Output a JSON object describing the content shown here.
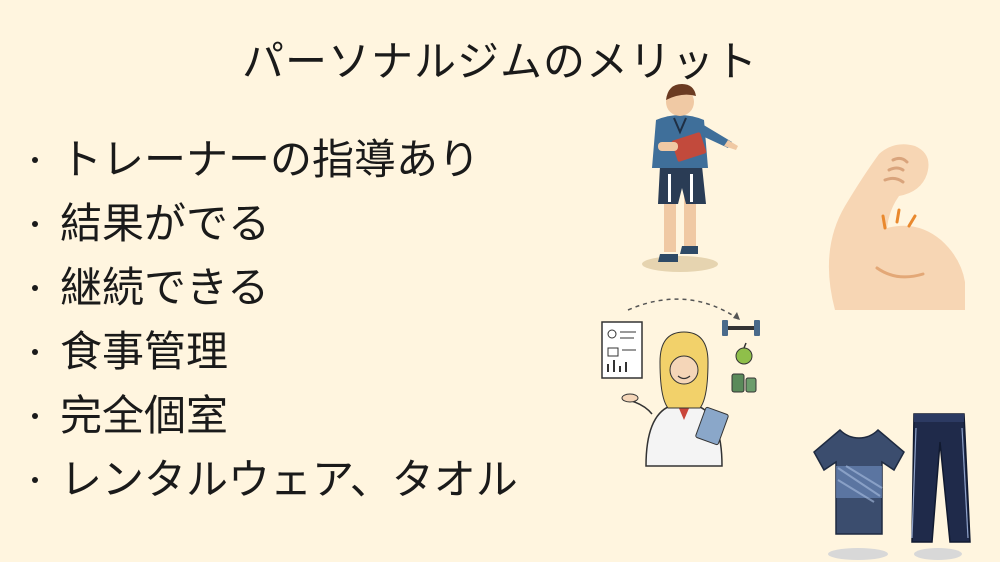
{
  "title": "パーソナルジムのメリット",
  "benefits": [
    "トレーナーの指導あり",
    "結果がでる",
    "継続できる",
    "食事管理",
    "完全個室",
    "レンタルウェア、タオル"
  ],
  "icons": [
    "trainer-illustration",
    "flexed-arm-illustration",
    "nutritionist-illustration",
    "sportswear-illustration"
  ],
  "colors": {
    "background": "#fff5df",
    "text": "#1a1a1a",
    "skin": "#f5d9bc",
    "shirt_blue": "#3f6f9a"
  }
}
